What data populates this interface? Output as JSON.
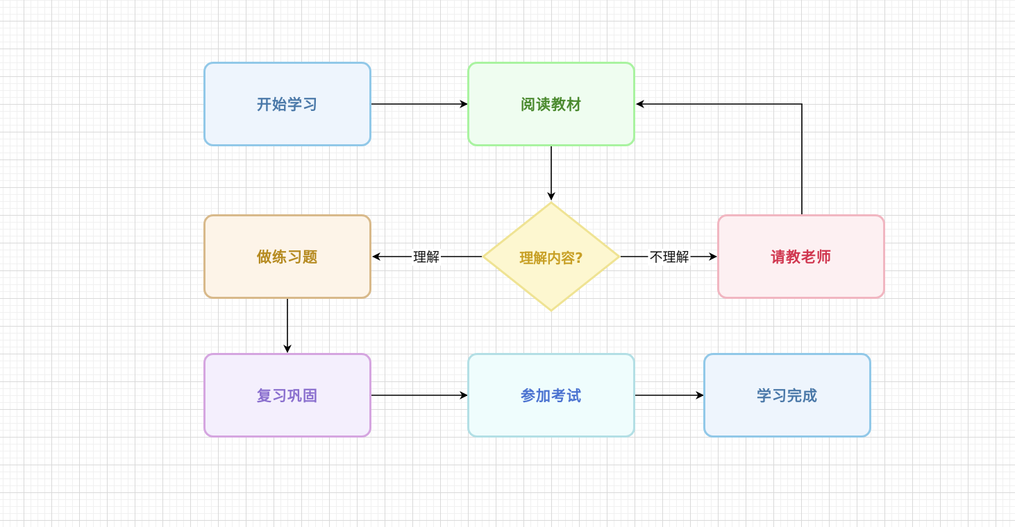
{
  "nodes": {
    "start": {
      "label": "开始学习",
      "fill": "#eef5fd",
      "stroke": "#91c8e8",
      "text": "#4a78a8"
    },
    "read": {
      "label": "阅读教材",
      "fill": "#effdf0",
      "stroke": "#a9f3a0",
      "text": "#4b8a2f"
    },
    "decision": {
      "label": "理解内容?",
      "fill": "#fdf7d0",
      "stroke": "#efe393",
      "text": "#c8a026"
    },
    "exercise": {
      "label": "做练习题",
      "fill": "#fdf4e8",
      "stroke": "#d8b98a",
      "text": "#b58a20"
    },
    "ask": {
      "label": "请教老师",
      "fill": "#fdf0f2",
      "stroke": "#f1b6c1",
      "text": "#d0364f"
    },
    "review": {
      "label": "复习巩固",
      "fill": "#f4effd",
      "stroke": "#d5a5e0",
      "text": "#8a6fce"
    },
    "exam": {
      "label": "参加考试",
      "fill": "#effdfd",
      "stroke": "#b3dfe5",
      "text": "#4a72d0"
    },
    "done": {
      "label": "学习完成",
      "fill": "#eef5fd",
      "stroke": "#91c8e8",
      "text": "#4a78a8"
    }
  },
  "edges": {
    "understand": "理解",
    "not_understand": "不理解"
  },
  "colors": {
    "edge": "#000000"
  }
}
